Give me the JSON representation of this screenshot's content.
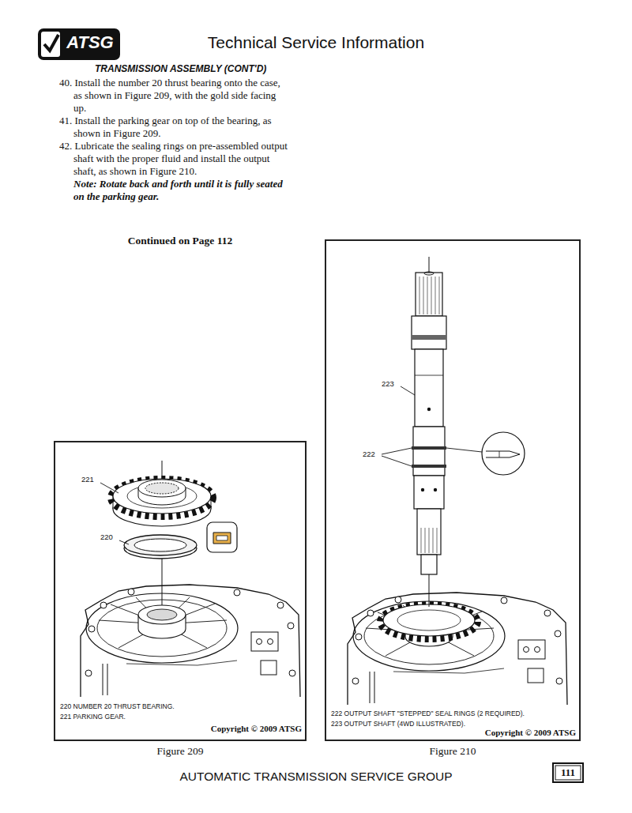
{
  "diagram": {
    "title": "Technical Service Information",
    "nodes": [
      {
        "text": [
          "220 NUMBER 20 THRUST BEARING.",
          "221 PARKING GEAR.",
          "Copyright © 2009 ATSG"
        ]
      },
      {
        "text": [
          "222 OUTPUT SHAFT \"STEPPED\" SEAL RINGS (2 REQUIRED).",
          "223 OUTPUT SHAFT (4WD ILLUSTRATED).",
          "Copyright © 2009 ATSG"
        ]
      }
    ],
    "labels": [
      "ATSG",
      "TRANSMISSION ASSEMBLY (CONT'D)",
      "40. Install the number 20 thrust bearing onto the case, as shown in Figure 209, with the gold side facing up.",
      "41. Install the parking gear on top of the bearing, as shown in Figure 209.",
      "42. Lubricate the sealing rings on pre-assembled output shaft with the proper fluid and install the output shaft, as shown in Figure 210.",
      "Note: Rotate back and forth until it is fully seated on the parking gear.",
      "Continued on Page 112",
      "221",
      "220",
      "223",
      "222",
      "Figure 209",
      "Figure 210",
      "AUTOMATIC TRANSMISSION SERVICE GROUP",
      "111"
    ]
  }
}
